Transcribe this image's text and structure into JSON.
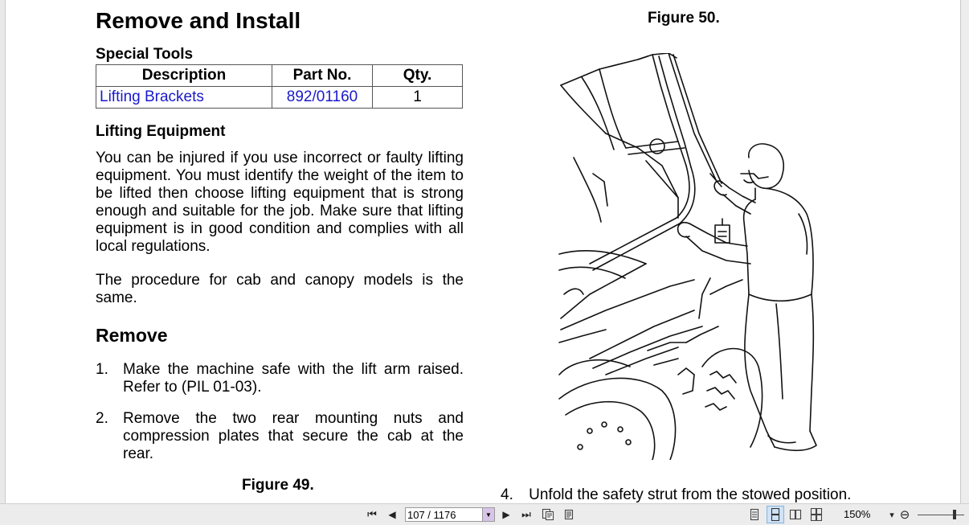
{
  "document": {
    "title": "Remove and Install",
    "special_tools_heading": "Special Tools",
    "table": {
      "headers": [
        "Description",
        "Part No.",
        "Qty."
      ],
      "rows": [
        [
          "Lifting Brackets",
          "892/01160",
          "1"
        ]
      ]
    },
    "lifting_heading": "Lifting Equipment",
    "lifting_paragraph": "You can be injured if you use incorrect or faulty lifting equipment. You must identify the weight of the item to be lifted then choose lifting equipment that is strong enough and suitable for the job. Make sure that lifting equipment is in good condition and complies with all local regulations.",
    "procedure_paragraph": "The procedure for cab and canopy models is the same.",
    "remove_heading": "Remove",
    "steps": [
      {
        "num": "1.",
        "text": "Make the machine safe with the lift arm raised. Refer to (PIL 01-03)."
      },
      {
        "num": "2.",
        "text": "Remove the two rear mounting nuts and compression plates that secure the cab at the rear."
      }
    ],
    "figure49_caption": "Figure 49.",
    "figure50_caption": "Figure 50.",
    "step4": {
      "num": "4.",
      "text": "Unfold the safety strut from the stowed position."
    }
  },
  "toolbar": {
    "first_page_glyph": "⏮",
    "prev_page_glyph": "◀",
    "page_value": "107 / 1176",
    "next_page_glyph": "▶",
    "last_page_glyph": "⏭",
    "zoom_value": "150%",
    "zoom_dropdown_glyph": "▾",
    "zoom_out_glyph": "⊖"
  }
}
